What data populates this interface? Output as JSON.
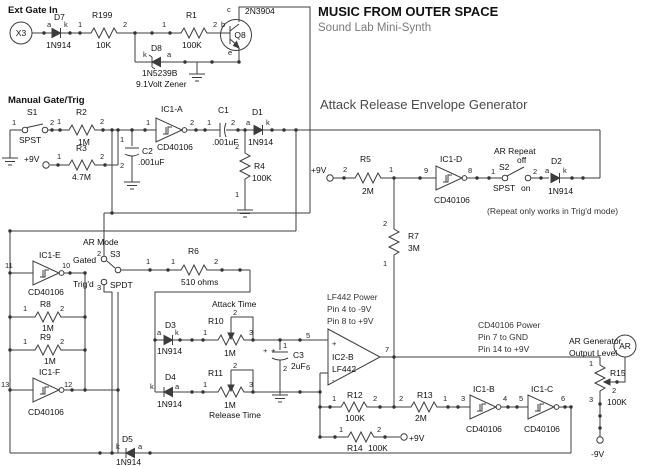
{
  "header": {
    "title": "MUSIC FROM OUTER SPACE",
    "subtitle": "Sound Lab Mini-Synth"
  },
  "headings": {
    "ext_gate": "Ext Gate In",
    "manual_gate": "Manual Gate/Trig",
    "envelope": "Attack Release Envelope Generator",
    "ar_mode": "AR Mode",
    "ar_repeat": "AR Repeat",
    "attack_time": "Attack Time",
    "release_time": "Release Time",
    "output_l1": "AR Generator",
    "output_l2": "Output Level"
  },
  "notes": {
    "repeat": "(Repeat only works in Trig'd mode)",
    "lf442_1": "LF442 Power",
    "lf442_2": "Pin 4 to -9V",
    "lf442_3": "Pin 8 to +9V",
    "cd_1": "CD40106 Power",
    "cd_2": "Pin 7 to GND",
    "cd_3": "Pin 14 to +9V"
  },
  "switch_labels": {
    "spst": "SPST",
    "spdt": "SPDT",
    "off": "off",
    "on": "on",
    "gated": "Gated",
    "trigd": "Trig'd"
  },
  "refs": {
    "x3": "X3",
    "d7": "D7",
    "r199": "R199",
    "r1": "R1",
    "q8": "Q8",
    "d8": "D8",
    "s1": "S1",
    "r2": "R2",
    "r3": "R3",
    "ic1a": "IC1-A",
    "c1": "C1",
    "c2": "C2",
    "d1": "D1",
    "r4": "R4",
    "r5": "R5",
    "ic1d": "IC1-D",
    "s2": "S2",
    "d2": "D2",
    "r7": "R7",
    "ic1e": "IC1-E",
    "r8": "R8",
    "r9": "R9",
    "ic1f": "IC1-F",
    "s3": "S3",
    "r6": "R6",
    "d3": "D3",
    "d4": "D4",
    "r10": "R10",
    "r11": "R11",
    "c3": "C3",
    "ic2b": "IC2-B",
    "r12": "R12",
    "r13": "R13",
    "r14": "R14",
    "ic1b": "IC1-B",
    "ic1c": "IC1-C",
    "r15": "R15",
    "d5": "D5",
    "ar_out": "AR"
  },
  "values": {
    "v10k": "10K",
    "v100k": "100K",
    "v1m": "1M",
    "v47m": "4.7M",
    "v2m": "2M",
    "v3m": "3M",
    "v510": "510 ohms",
    "vc001": ".001uF",
    "v2uf": "2uF",
    "zener_part": "1N5239B",
    "zener_volt": "9.1Volt Zener",
    "diode_part": "1N914",
    "npn_part": "2N3904",
    "ic_cd": "CD40106",
    "ic_lf": "LF442"
  },
  "power": {
    "p9v": "+9V",
    "m9v": "-9V"
  },
  "pins": {
    "p1": "1",
    "p2": "2",
    "p3": "3",
    "p4": "4",
    "p5": "5",
    "p6": "6",
    "p7": "7",
    "p8": "8",
    "p9": "9",
    "p10": "10",
    "p11": "11",
    "p12": "12",
    "p13": "13",
    "a": "a",
    "k": "k",
    "b": "b",
    "c": "c",
    "e": "e",
    "plus": "+",
    "minus": "-"
  },
  "colors": {
    "wire": "#3c3c3c",
    "text": "#111111",
    "muted": "#7a7a7a"
  }
}
